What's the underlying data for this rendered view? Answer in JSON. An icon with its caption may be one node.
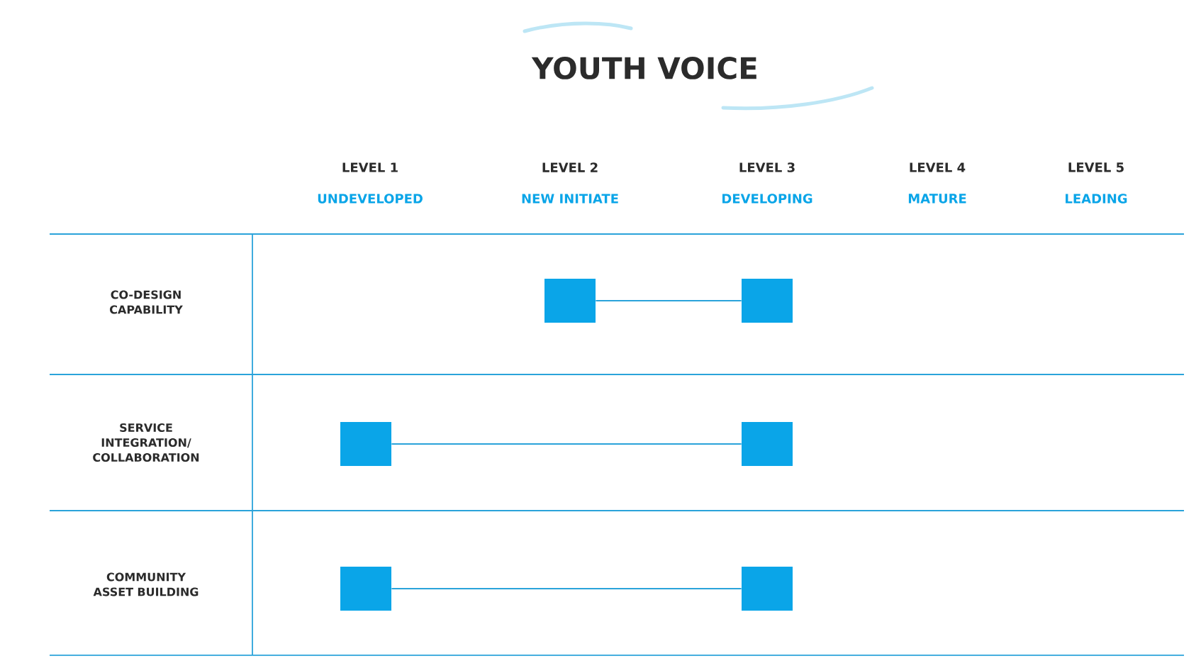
{
  "diagram": {
    "title": "YOUTH VOICE",
    "nodes": [
      {
        "text": [],
        "shape": "box"
      },
      {
        "text": [],
        "shape": "box"
      },
      {
        "text": [],
        "shape": "box"
      },
      {
        "text": [],
        "shape": "box"
      },
      {
        "text": [],
        "shape": "box"
      },
      {
        "text": [],
        "shape": "box"
      }
    ],
    "edges": [
      {
        "from": 0,
        "to": 1,
        "arrow": "none"
      },
      {
        "from": 2,
        "to": 3,
        "arrow": "none"
      },
      {
        "from": 4,
        "to": 5,
        "arrow": "none"
      }
    ],
    "labels": [
      "LEVEL 1",
      "LEVEL 2",
      "LEVEL 3",
      "LEVEL 4",
      "LEVEL 5",
      "UNDEVELOPED",
      "NEW INITIATE",
      "DEVELOPING",
      "MATURE",
      "LEADING",
      "CO-DESIGN CAPABILITY",
      "SERVICE INTEGRATION/ COLLABORATION",
      "COMMUNITY ASSET BUILDING"
    ]
  }
}
